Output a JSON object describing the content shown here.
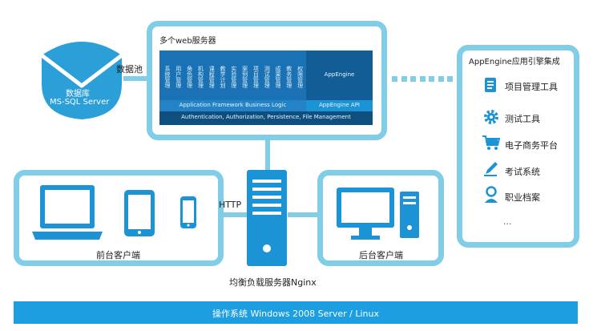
{
  "database": {
    "label_line1": "数据库",
    "label_line2": "MS-SQL Server",
    "pool_label": "数据池"
  },
  "web_servers": {
    "title": "多个web服务器",
    "modules": [
      "系统管理",
      "用户管理",
      "角色管理",
      "机构管理",
      "课程管理",
      "教学计划",
      "实验管理",
      "案例管理",
      "项目管理",
      "测试管理",
      "成果管理",
      "教务管理",
      "权限管理"
    ],
    "appengine_label": "AppEngine",
    "framework_label": "Application Framework Business Logic",
    "appengine_api_label": "AppEngine API",
    "auth_label": "Authentication, Authorization, Persistence, File Management"
  },
  "appengine_panel": {
    "title": "AppEngine应用引擎集成",
    "items": [
      {
        "label": "项目管理工具",
        "icon": "project-tool-icon"
      },
      {
        "label": "测试工具",
        "icon": "gear-icon"
      },
      {
        "label": "电子商务平台",
        "icon": "cart-icon"
      },
      {
        "label": "考试系统",
        "icon": "pen-icon"
      },
      {
        "label": "职业档案",
        "icon": "person-icon"
      }
    ],
    "more_label": "..."
  },
  "frontend": {
    "label": "前台客户端"
  },
  "backend": {
    "label": "后台客户端"
  },
  "http_label": "HTTP",
  "load_balancer": {
    "label": "均衡负载服务器Nginx"
  },
  "os_bar": {
    "label": "操作系统 Windows 2008 Server / Linux"
  },
  "colors": {
    "accent": "#7fcde6",
    "dark_blue": "#1a72b5",
    "icon_blue": "#1b93d4",
    "bar_blue": "#1d9ee0"
  }
}
